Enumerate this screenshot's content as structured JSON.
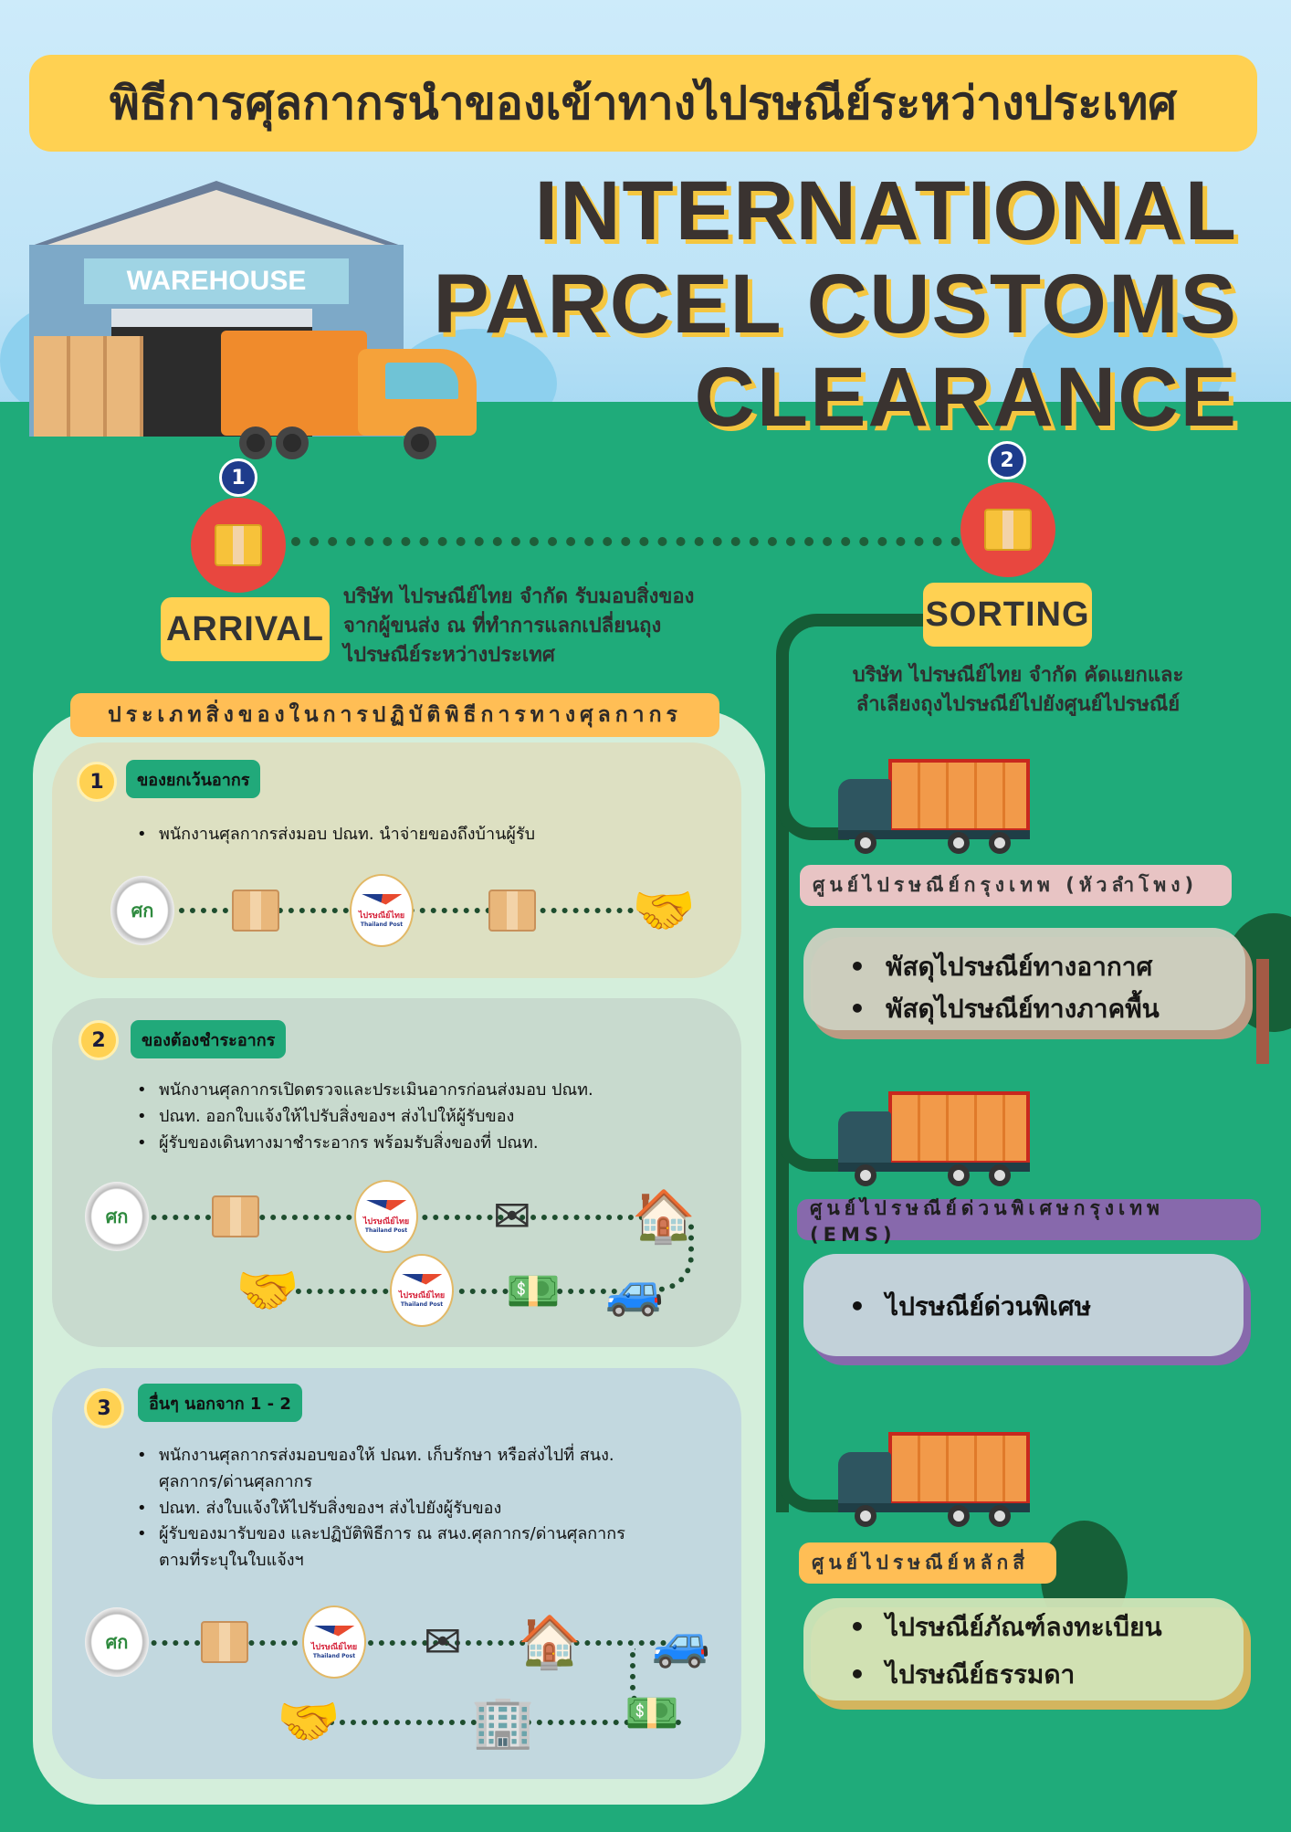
{
  "header": {
    "thai_title": "พิธีการศุลกากรนำของเข้าทางไปรษณีย์ระหว่างประเทศ",
    "title_lines": [
      "INTERNATIONAL",
      "PARCEL CUSTOMS",
      "CLEARANCE"
    ],
    "warehouse_sign": "WAREHOUSE"
  },
  "steps": [
    {
      "number": "1",
      "label": "ARRIVAL",
      "text": [
        "บริษัท ไปรษณีย์ไทย จำกัด รับมอบสิ่งของ",
        "จากผู้ขนส่ง ณ ที่ทำการแลกเปลี่ยนถุง",
        "ไปรษณีย์ระหว่างประเทศ"
      ]
    },
    {
      "number": "2",
      "label": "SORTING",
      "text": [
        "บริษัท ไปรษณีย์ไทย จำกัด คัดแยกและ",
        "ลำเลียงถุงไปรษณีย์ไปยังศูนย์ไปรษณีย์"
      ]
    }
  ],
  "categories": {
    "title": "ประเภทสิ่งของในการปฏิบัติพิธีการทางศุลกากร",
    "items": [
      {
        "number": "1",
        "label": "ของยกเว้นอากร",
        "bullets": [
          "พนักงานศุลกากรส่งมอบ ปณท. นำจ่ายของถึงบ้านผู้รับ"
        ]
      },
      {
        "number": "2",
        "label": "ของต้องชำระอากร",
        "bullets": [
          "พนักงานศุลกากรเปิดตรวจและประเมินอากรก่อนส่งมอบ ปณท.",
          "ปณท. ออกใบแจ้งให้ไปรับสิ่งของฯ ส่งไปให้ผู้รับของ",
          "ผู้รับของเดินทางมาชำระอากร พร้อมรับสิ่งของที่ ปณท."
        ]
      },
      {
        "number": "3",
        "label": "อื่นๆ นอกจาก 1 - 2",
        "bullets": [
          "พนักงานศุลกากรส่งมอบของให้ ปณท. เก็บรักษา หรือส่งไปที่ สนง.",
          "ศุลกากร/ด่านศุลกากร",
          "ปณท. ส่งใบแจ้งให้ไปรับสิ่งของฯ ส่งไปยังผู้รับของ",
          "ผู้รับของมารับของ และปฏิบัติพิธีการ ณ สนง.ศุลกากร/ด่านศุลกากร",
          "ตามที่ระบุในใบแจ้งฯ"
        ]
      }
    ]
  },
  "thai_post_logo": {
    "thai": "ไปรษณีย์ไทย",
    "english": "Thailand Post"
  },
  "customs_seal": "ศก",
  "centers": [
    {
      "name": "ศูนย์ไปรษณีย์กรุงเทพ (หัวลำโพง)",
      "items": [
        "พัสดุไปรษณีย์ทางอากาศ",
        "พัสดุไปรษณีย์ทางภาคพื้น"
      ],
      "color": "#E8C4C4"
    },
    {
      "name": "ศูนย์ไปรษณีย์ด่วนพิเศษกรุงเทพ (EMS)",
      "items": [
        "ไปรษณีย์ด่วนพิเศษ"
      ],
      "color": "#8769AC"
    },
    {
      "name": "ศูนย์ไปรษณีย์หลักสี่",
      "items": [
        "ไปรษณีย์ภัณฑ์ลงทะเบียน",
        "ไปรษณีย์ธรรมดา"
      ],
      "color": "#FFBE55"
    }
  ]
}
